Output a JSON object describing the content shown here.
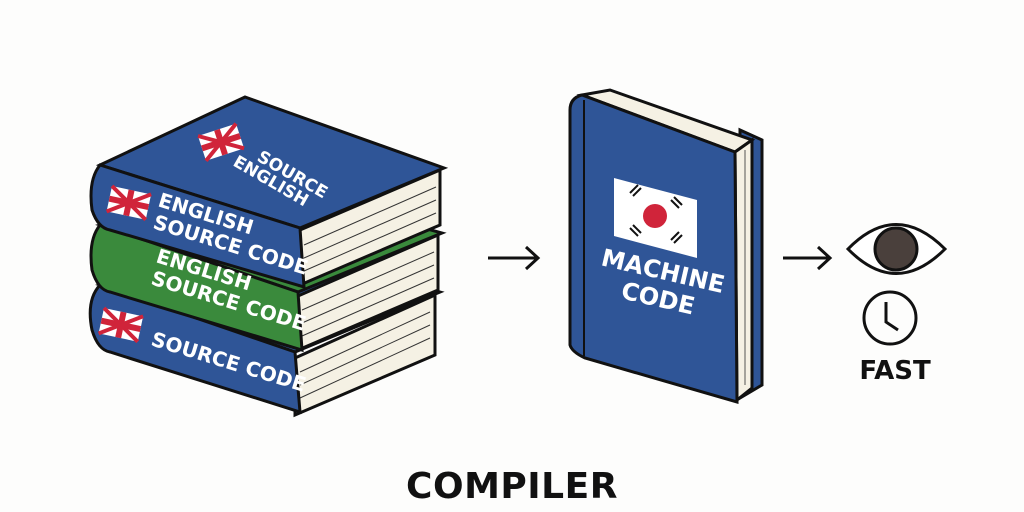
{
  "colors": {
    "book_blue": "#2f5597",
    "book_green": "#3a8a3c",
    "pages": "#f5f1e4",
    "outline": "#111111",
    "flag_red": "#d0243a",
    "pupil": "#4a403c"
  },
  "stack": {
    "top_book": {
      "cover_lines": [
        "ENGLISH",
        "SOURCE"
      ],
      "spine_lines": [
        "ENGLISH",
        "SOURCE CODE"
      ],
      "flag": "uk-flag-icon"
    },
    "middle_book": {
      "spine_lines": [
        "ENGLISH",
        "SOURCE CODE"
      ]
    },
    "bottom_book": {
      "spine_lines": [
        "SOURCE CODE"
      ],
      "flag": "uk-flag-icon"
    }
  },
  "output_book": {
    "cover_lines": [
      "MACHINE",
      "CODE"
    ],
    "flag": "korea-flag-icon"
  },
  "result": {
    "label": "FAST",
    "icons": [
      "eye-icon",
      "clock-icon"
    ]
  },
  "title": "COMPILER"
}
